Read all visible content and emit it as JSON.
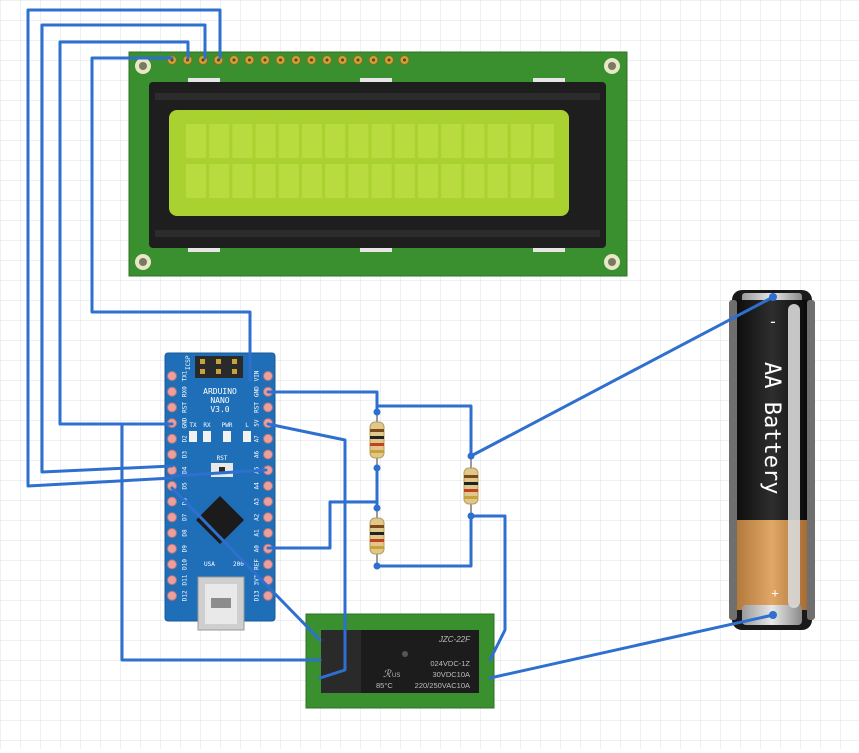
{
  "arduino": {
    "title_line1": "ARDUINO",
    "title_line2": "NANO",
    "version": "V3.0",
    "icsp": "ICSP",
    "leds": [
      "TX",
      "RX",
      "PWR",
      "L"
    ],
    "rst_label": "RST",
    "usa": "USA",
    "year": "200",
    "left_pins": [
      "TX1",
      "RX0",
      "RST",
      "GND",
      "D2",
      "D3",
      "D4",
      "D5",
      "D6",
      "D7",
      "D8",
      "D9",
      "D10",
      "D11",
      "D12"
    ],
    "right_pins": [
      "VIN",
      "GND",
      "RST",
      "5V",
      "A7",
      "A6",
      "A5",
      "A4",
      "A3",
      "A2",
      "A1",
      "A0",
      "REF",
      "3V3",
      "D13"
    ]
  },
  "relay": {
    "model": "JZC-22F",
    "line1": "024VDC-1Z",
    "line2": "30VDC10A",
    "line3": "220/250VAC10A",
    "temp": "85°C",
    "us": "US"
  },
  "battery": {
    "label": "AA Battery",
    "minus": "-",
    "plus": "+"
  },
  "colors": {
    "wire": "#2f6fcf",
    "pcb_green": "#3a8f2e",
    "nano_blue": "#1f6fb8",
    "lcd_screen": "#a9d12f",
    "relay_black": "#1c1c1c"
  }
}
